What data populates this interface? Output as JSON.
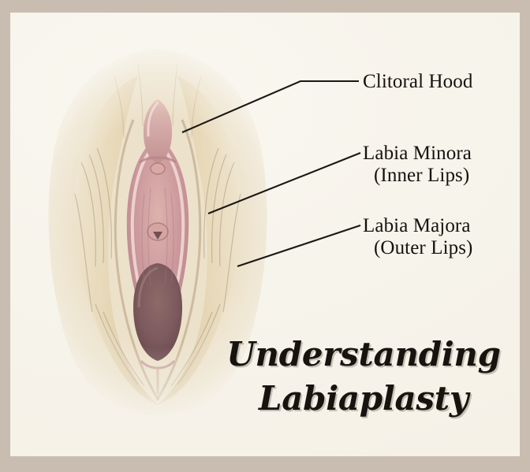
{
  "poster": {
    "frame_color": "#c9bdb1",
    "canvas_color": "#f7f4ec",
    "ink_color": "#15120f"
  },
  "title": {
    "line1": "Understanding",
    "line2": "Labiaplasty"
  },
  "callouts": [
    {
      "id": "clitoral-hood",
      "label": "Clitoral Hood",
      "sublabel": "",
      "leader": "bent"
    },
    {
      "id": "labia-minora",
      "label": "Labia Minora",
      "sublabel": "(Inner Lips)",
      "leader": "straight"
    },
    {
      "id": "labia-majora",
      "label": "Labia Majora",
      "sublabel": "(Outer Lips)",
      "leader": "straight"
    }
  ],
  "illustration": {
    "alt": "watercolor medical illustration of external female genital anatomy",
    "palette": {
      "skin_light": "#f0e6d2",
      "skin_mid": "#e6d7b6",
      "skin_shadow": "#d8c49c",
      "mucosa_light": "#dcaeab",
      "mucosa_mid": "#c9969b",
      "mucosa_deep": "#b07d84",
      "introitus": "#7d5b5e",
      "outline": "#6f5a4c"
    }
  }
}
